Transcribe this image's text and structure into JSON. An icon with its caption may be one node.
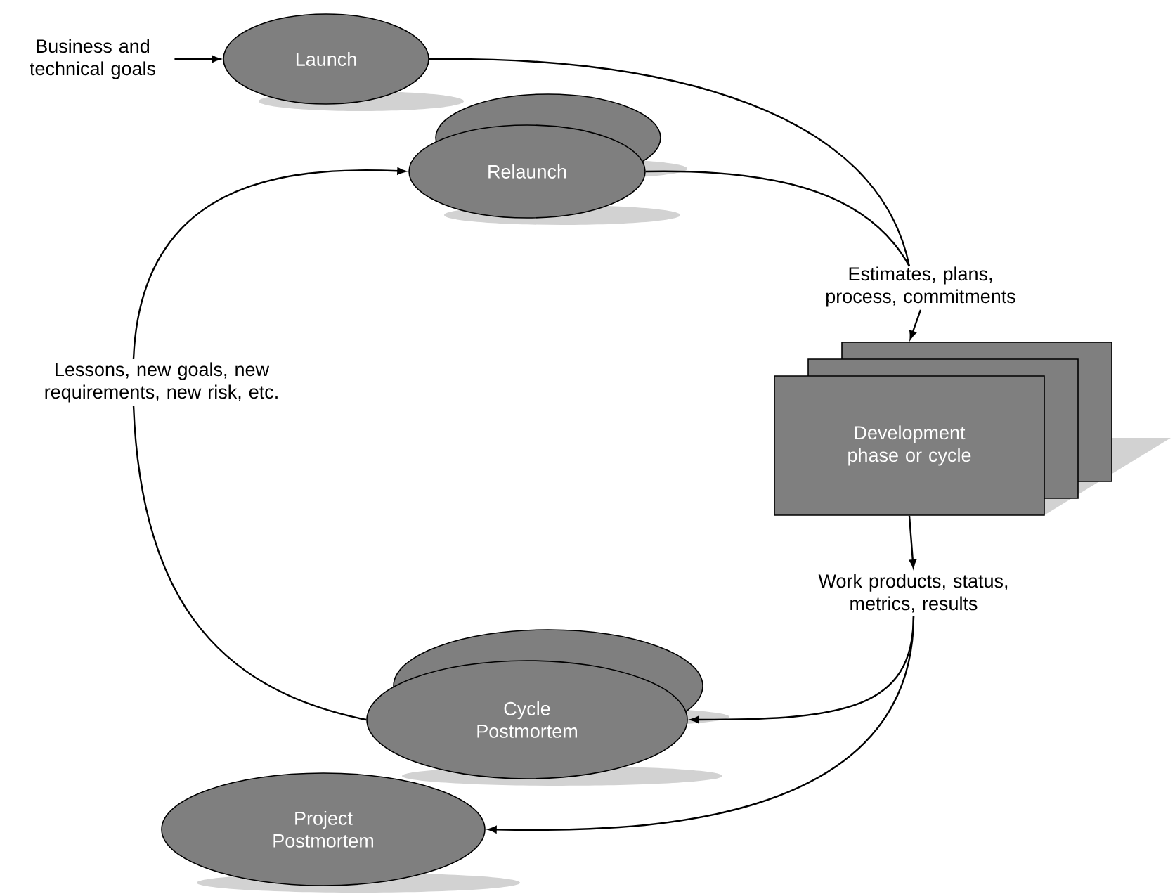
{
  "diagram": {
    "nodes": [
      {
        "text": [
          "Business and technical goals"
        ]
      },
      {
        "text": [
          "Launch"
        ]
      },
      {
        "text": [
          "Relaunch"
        ]
      },
      {
        "text": [
          "Estimates, plans, process, commitments"
        ]
      },
      {
        "text": [
          "Development phase or cycle"
        ]
      },
      {
        "text": [
          "Lessons, new goals, new requirements, new risk, etc."
        ]
      },
      {
        "text": [
          "Work products, status, metrics, results"
        ]
      },
      {
        "text": [
          "Cycle Postmortem"
        ]
      },
      {
        "text": [
          "Project Postmortem"
        ]
      }
    ],
    "edges": [
      {
        "from": 0,
        "to": 1,
        "arrow": "to"
      },
      {
        "from": 1,
        "to": 3,
        "arrow": "none"
      },
      {
        "from": 2,
        "to": 3,
        "arrow": "none"
      },
      {
        "from": 3,
        "to": 4,
        "arrow": "to"
      },
      {
        "from": 5,
        "to": 2,
        "arrow": "to"
      },
      {
        "from": 7,
        "to": 5,
        "arrow": "none"
      },
      {
        "from": 4,
        "to": 6,
        "arrow": "to"
      },
      {
        "from": 6,
        "to": 7,
        "arrow": "to"
      },
      {
        "from": 6,
        "to": 8,
        "arrow": "to"
      }
    ]
  }
}
